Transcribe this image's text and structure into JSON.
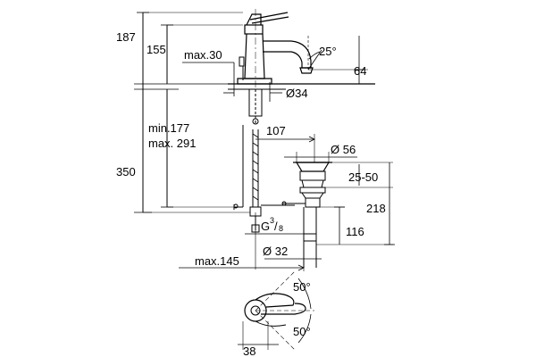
{
  "dimensions": {
    "d187": "187",
    "d155": "155",
    "max30": "max.30",
    "angle25": "25°",
    "d64": "64",
    "dia34": "Ø34",
    "min177": "min.177",
    "max291": "max. 291",
    "d107": "107",
    "dia56": "Ø 56",
    "d350": "350",
    "r2550": "25-50",
    "d218": "218",
    "thread_g": "G",
    "thread_num": "3",
    "thread_den": "8",
    "d116": "116",
    "dia32": "Ø 32",
    "max145": "max.145",
    "angle50_top": "50°",
    "angle50_bottom": "50°",
    "d38": "38"
  }
}
